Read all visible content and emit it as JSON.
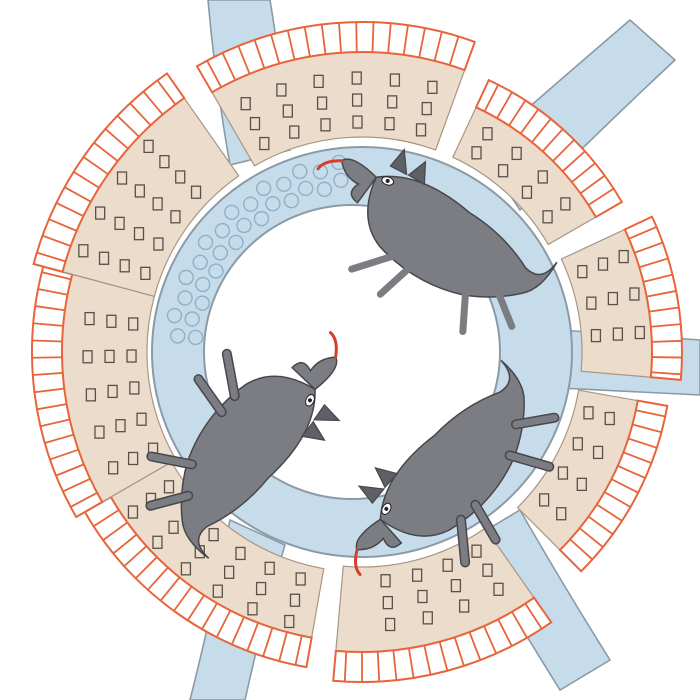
{
  "illustration": {
    "colors": {
      "background": "#ffffff",
      "river": "#c7dcea",
      "river_edge": "#8a9aa6",
      "building_wall": "#ecdccb",
      "roof_stroke": "#e8643a",
      "wolf_fur": "#7c7d82",
      "wolf_dark": "#45474c",
      "tongue": "#d4402c",
      "bubble": "#8fb0c8"
    },
    "elements": [
      "circular-canal",
      "radiating-rivers",
      "ring-of-buildings",
      "wolf-top-right",
      "wolf-left",
      "wolf-bottom-right",
      "water-bubbles"
    ]
  }
}
